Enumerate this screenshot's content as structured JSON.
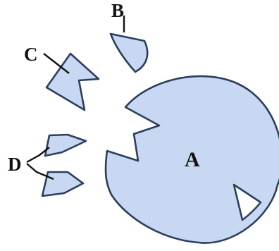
{
  "diagram": {
    "labels": {
      "a": "A",
      "b": "B",
      "c": "C",
      "d": "D"
    },
    "colors": {
      "fill": "#c9d8f2",
      "stroke": "#2a3f5c",
      "text": "#111111",
      "background": "#ffffff"
    }
  }
}
